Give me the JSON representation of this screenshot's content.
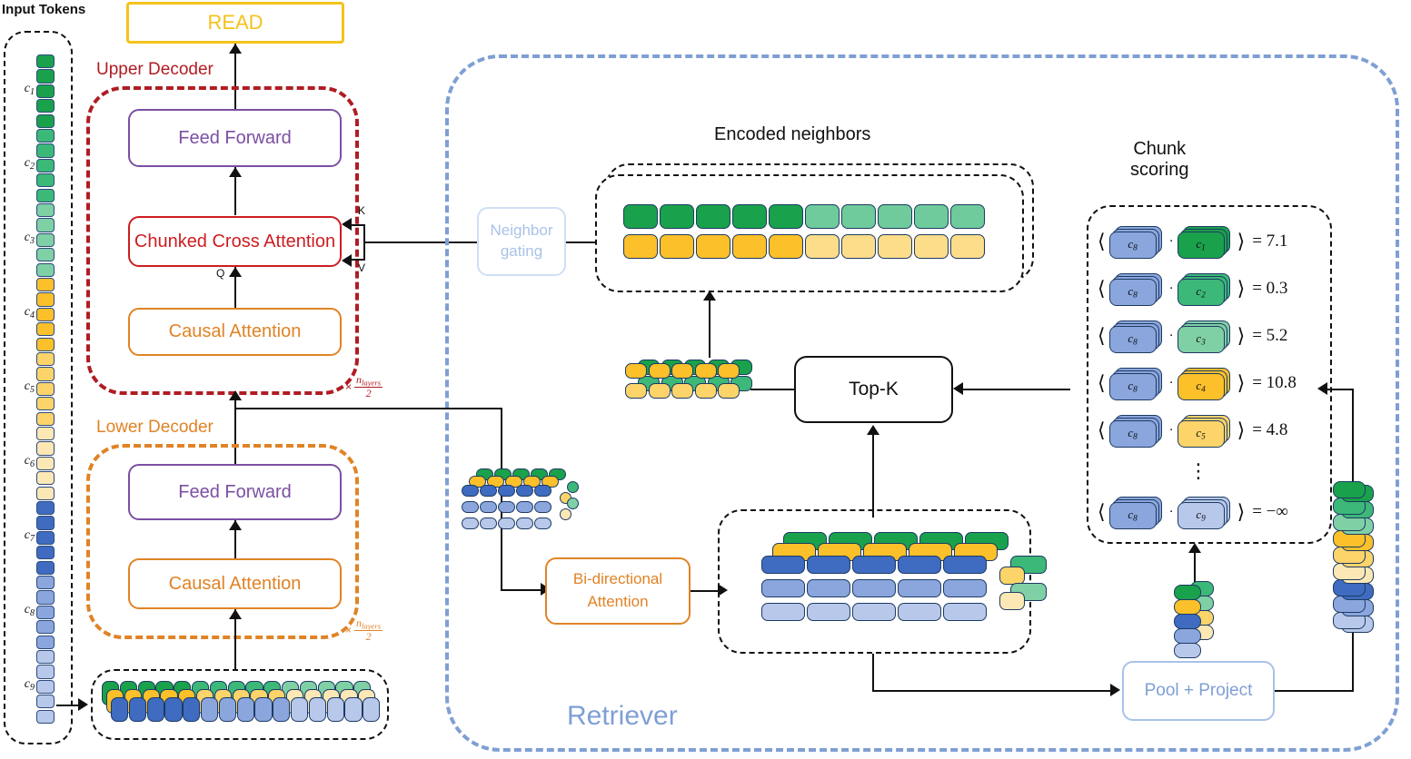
{
  "diagram": {
    "title": "RETRO-style retrieval-augmented decoder architecture",
    "input_tokens_label": "Input Tokens",
    "read_label": "READ",
    "upper_decoder_label": "Upper Decoder",
    "lower_decoder_label": "Lower Decoder",
    "feed_forward_label": "Feed Forward",
    "chunked_cross_attention_label": "Chunked Cross Attention",
    "causal_attention_label": "Causal Attention",
    "neighbor_gating_label_line1": "Neighbor",
    "neighbor_gating_label_line2": "gating",
    "encoded_neighbors_label": "Encoded neighbors",
    "chunk_scoring_label_line1": "Chunk",
    "chunk_scoring_label_line2": "scoring",
    "top_k_label": "Top-K",
    "bidirectional_label_line1": "Bi-directional",
    "bidirectional_label_line2": "Attention",
    "pool_project_label": "Pool + Project",
    "retriever_label": "Retriever",
    "k_label": "K",
    "v_label": "V",
    "q_label": "Q",
    "repeat_multiplier": "×",
    "repeat_numerator": "n",
    "repeat_numerator_sub": "layers",
    "repeat_denominator": "2",
    "vertical_ellipsis": "⋮"
  },
  "input_chunks": [
    {
      "label": "c",
      "sub": "1",
      "color": "#1aa14b",
      "tokens": 5
    },
    {
      "label": "c",
      "sub": "2",
      "color": "#3cb878",
      "tokens": 5
    },
    {
      "label": "c",
      "sub": "3",
      "color": "#7fd0a5",
      "tokens": 5
    },
    {
      "label": "c",
      "sub": "4",
      "color": "#fbc02a",
      "tokens": 5
    },
    {
      "label": "c",
      "sub": "5",
      "color": "#fcd46a",
      "tokens": 5
    },
    {
      "label": "c",
      "sub": "6",
      "color": "#fce8b4",
      "tokens": 5
    },
    {
      "label": "c",
      "sub": "7",
      "color": "#3f6cc0",
      "tokens": 5
    },
    {
      "label": "c",
      "sub": "8",
      "color": "#8aa6dd",
      "tokens": 5
    },
    {
      "label": "c",
      "sub": "9",
      "color": "#b7c8ea",
      "tokens": 5
    }
  ],
  "chunk_scoring_rows": [
    {
      "open": "⟨",
      "left_label": "c",
      "left_sub": "8",
      "left_color": "#8aa6dd",
      "dot": "·",
      "right_label": "c",
      "right_sub": "1",
      "right_color": "#1aa14b",
      "close": "⟩",
      "equals": "=",
      "score": "7.1"
    },
    {
      "open": "⟨",
      "left_label": "c",
      "left_sub": "8",
      "left_color": "#8aa6dd",
      "dot": "·",
      "right_label": "c",
      "right_sub": "2",
      "right_color": "#3cb878",
      "close": "⟩",
      "equals": "=",
      "score": "0.3"
    },
    {
      "open": "⟨",
      "left_label": "c",
      "left_sub": "8",
      "left_color": "#8aa6dd",
      "dot": "·",
      "right_label": "c",
      "right_sub": "3",
      "right_color": "#7fd0a5",
      "close": "⟩",
      "equals": "=",
      "score": "5.2"
    },
    {
      "open": "⟨",
      "left_label": "c",
      "left_sub": "8",
      "left_color": "#8aa6dd",
      "dot": "·",
      "right_label": "c",
      "right_sub": "4",
      "right_color": "#fbc02a",
      "close": "⟩",
      "equals": "=",
      "score": "10.8"
    },
    {
      "open": "⟨",
      "left_label": "c",
      "left_sub": "8",
      "left_color": "#8aa6dd",
      "dot": "·",
      "right_label": "c",
      "right_sub": "5",
      "right_color": "#fcd46a",
      "close": "⟩",
      "equals": "=",
      "score": "4.8"
    },
    {
      "open": "⟨",
      "left_label": "c",
      "left_sub": "8",
      "left_color": "#8aa6dd",
      "dot": "·",
      "right_label": "c",
      "right_sub": "9",
      "right_color": "#b7c8ea",
      "close": "⟩",
      "equals": "=",
      "score": "−∞"
    }
  ],
  "encoded_neighbors": {
    "rows": [
      {
        "colors": [
          "#1aa14b",
          "#1aa14b",
          "#1aa14b",
          "#1aa14b",
          "#1aa14b",
          "#6fcb9b",
          "#6fcb9b",
          "#6fcb9b",
          "#6fcb9b",
          "#6fcb9b"
        ]
      },
      {
        "colors": [
          "#fbc02a",
          "#fbc02a",
          "#fbc02a",
          "#fbc02a",
          "#fbc02a",
          "#fcdd8a",
          "#fcdd8a",
          "#fcdd8a",
          "#fcdd8a",
          "#fcdd8a"
        ]
      }
    ]
  },
  "colors": {
    "green_dark": "#1aa14b",
    "green_mid": "#3cb878",
    "green_light": "#7fd0a5",
    "yellow_dark": "#fbc02a",
    "yellow_mid": "#fcd46a",
    "yellow_light": "#fce8b4",
    "blue_dark": "#3f6cc0",
    "blue_mid": "#8aa6dd",
    "blue_light": "#b7c8ea",
    "accent_red": "#b01c23",
    "accent_orange": "#e08326",
    "accent_purple": "#7b4fa3",
    "accent_yellow": "#f5c21b",
    "accent_blue": "#7f9fd4",
    "token_border": "#1d3a63"
  }
}
